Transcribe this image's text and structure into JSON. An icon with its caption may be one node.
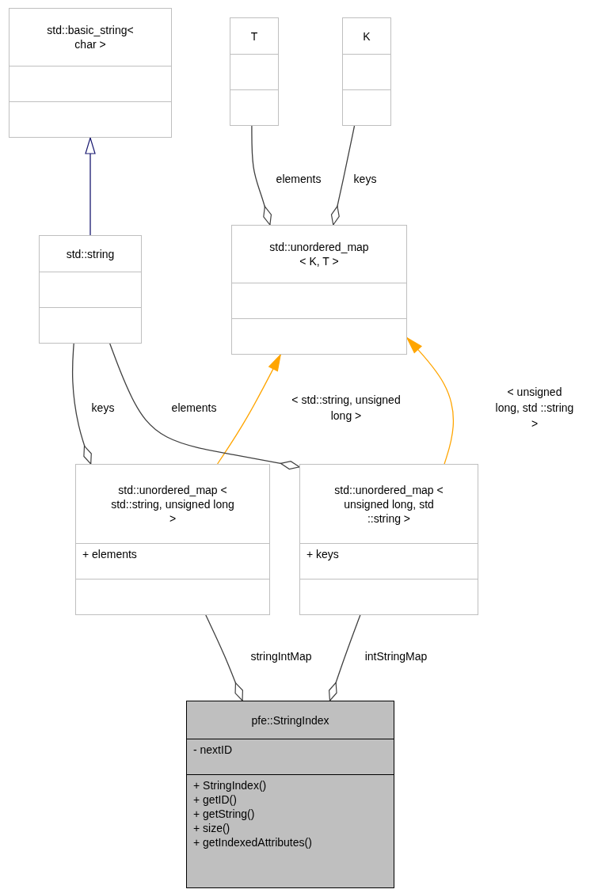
{
  "diagram": {
    "nodes": [
      {
        "text": [
          "std::basic_string< char >"
        ]
      },
      {
        "text": [
          "T"
        ]
      },
      {
        "text": [
          "K"
        ]
      },
      {
        "text": [
          "std::string"
        ]
      },
      {
        "text": [
          "std::unordered_map < K, T >"
        ]
      },
      {
        "text": [
          "std::unordered_map < std::string, unsigned long >",
          "+ elements"
        ]
      },
      {
        "text": [
          "std::unordered_map < unsigned long, std ::string >",
          "+ keys"
        ]
      },
      {
        "text": [
          "pfe::StringIndex",
          "- nextID",
          "+ StringIndex()",
          "+ getID()",
          "+ getString()",
          "+ size()",
          "+ getIndexedAttributes()"
        ]
      }
    ],
    "edges": [
      {
        "from": 3,
        "to": 0,
        "arrow": "to",
        "color": "#191970"
      },
      {
        "from": 1,
        "to": 4,
        "arrow": "other",
        "label": "elements"
      },
      {
        "from": 2,
        "to": 4,
        "arrow": "other",
        "label": "keys"
      },
      {
        "from": 5,
        "to": 4,
        "arrow": "to",
        "color": "#ffa500",
        "label": "< std::string, unsigned long >"
      },
      {
        "from": 6,
        "to": 4,
        "arrow": "to",
        "color": "#ffa500",
        "label": "< unsigned long, std ::string >"
      },
      {
        "from": 3,
        "to": 5,
        "arrow": "other",
        "label": "keys"
      },
      {
        "from": 3,
        "to": 6,
        "arrow": "other",
        "label": "elements"
      },
      {
        "from": 5,
        "to": 7,
        "arrow": "other",
        "label": "stringIntMap"
      },
      {
        "from": 6,
        "to": 7,
        "arrow": "other",
        "label": "intStringMap"
      }
    ]
  }
}
